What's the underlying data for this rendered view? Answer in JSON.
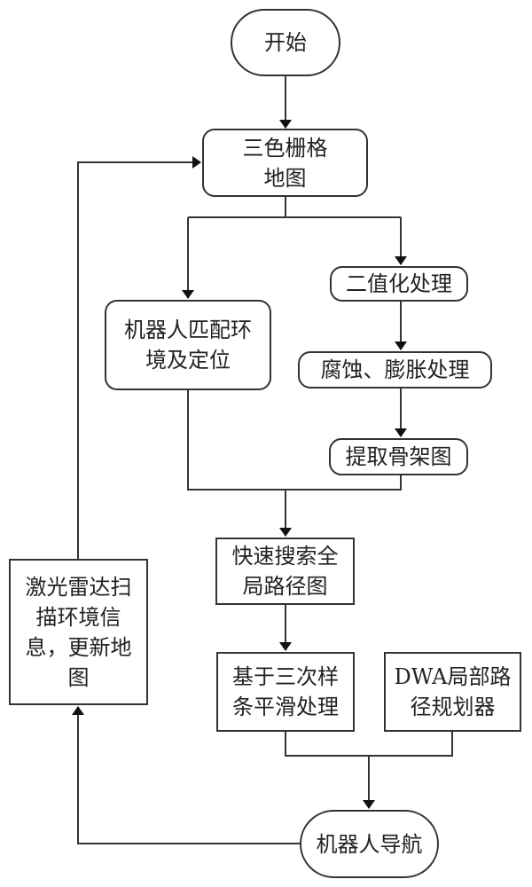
{
  "title": "机器人导航流程图",
  "nodes": {
    "start": {
      "label": "开始",
      "shape": "terminal"
    },
    "grid_map": {
      "label": "三色栅格\n地图",
      "shape": "rounded"
    },
    "binarize": {
      "label": "二值化处理",
      "shape": "rounded"
    },
    "localize": {
      "label": "机器人匹配环\n境及定位",
      "shape": "rounded"
    },
    "erode_dilate": {
      "label": "腐蚀、膨胀处理",
      "shape": "rounded"
    },
    "skeleton": {
      "label": "提取骨架图",
      "shape": "rounded"
    },
    "global_search": {
      "label": "快速搜索全\n局路径图",
      "shape": "rectangle"
    },
    "laser_update": {
      "label": "激光雷达扫\n描环境信\n息，更新地\n图",
      "shape": "rectangle"
    },
    "spline": {
      "label": "基于三次样\n条平滑处理",
      "shape": "rectangle"
    },
    "dwa": {
      "label": "DWA局部路\n径规划器",
      "shape": "rectangle"
    },
    "navigate": {
      "label": "机器人导航",
      "shape": "terminal"
    }
  },
  "edges": [
    {
      "from": "start",
      "to": "grid_map"
    },
    {
      "from": "grid_map",
      "to": "localize"
    },
    {
      "from": "grid_map",
      "to": "binarize"
    },
    {
      "from": "binarize",
      "to": "erode_dilate"
    },
    {
      "from": "erode_dilate",
      "to": "skeleton"
    },
    {
      "from": "localize",
      "to": "global_search"
    },
    {
      "from": "skeleton",
      "to": "global_search"
    },
    {
      "from": "global_search",
      "to": "spline"
    },
    {
      "from": "spline",
      "to": "navigate"
    },
    {
      "from": "dwa",
      "to": "navigate"
    },
    {
      "from": "navigate",
      "to": "laser_update"
    },
    {
      "from": "laser_update",
      "to": "grid_map"
    }
  ]
}
